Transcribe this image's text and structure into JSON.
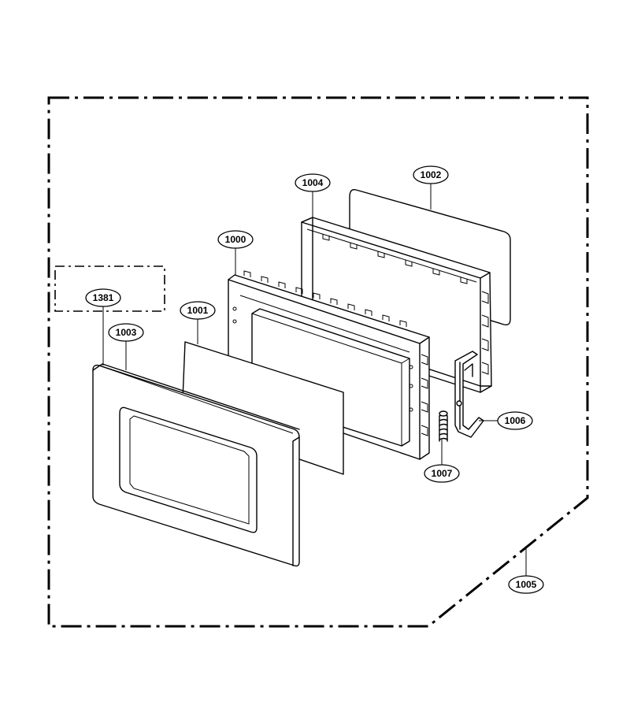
{
  "labels": {
    "l1381": "1381",
    "l1003": "1003",
    "l1001": "1001",
    "l1000": "1000",
    "l1004": "1004",
    "l1002": "1002",
    "l1006": "1006",
    "l1007": "1007",
    "l1005": "1005"
  }
}
